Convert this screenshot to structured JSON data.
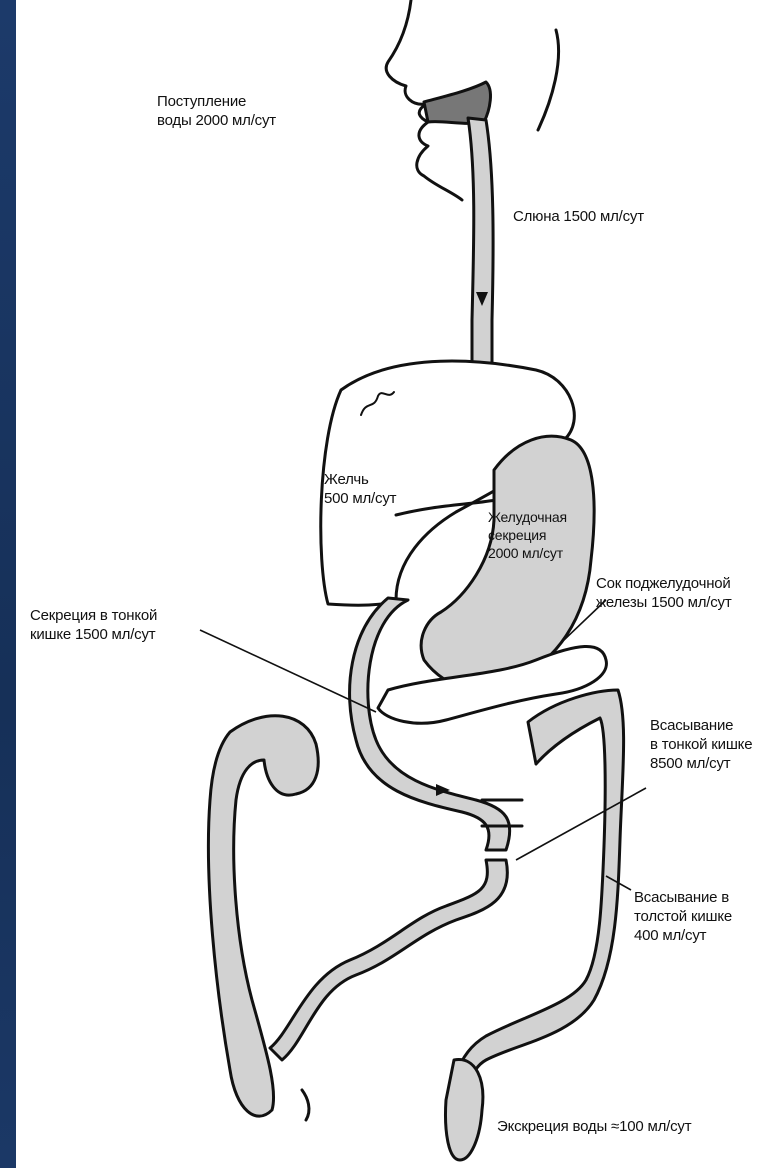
{
  "labels": {
    "water_intake": "Поступление\nводы 2000 мл/сут",
    "saliva": "Слюна 1500 мл/сут",
    "bile": "Желчь\n500 мл/сут",
    "gastric": "Желудочная\nсекреция\n2000 мл/сут",
    "pancreatic": "Сок поджелудочной\nжелезы 1500 мл/сут",
    "small_intestine_secretion": "Секреция в тонкой\nкишке 1500 мл/сут",
    "small_intestine_absorption": "Всасывание\nв тонкой кишке\n8500 мл/сут",
    "large_intestine_absorption": "Всасывание в\nтолстой кишке\n400 мл/сут",
    "excretion": "Экскреция воды ≈100 мл/сут"
  },
  "colors": {
    "frame": "#1c3a6a",
    "organ_fill": "#d2d2d2",
    "outline": "#111111"
  }
}
